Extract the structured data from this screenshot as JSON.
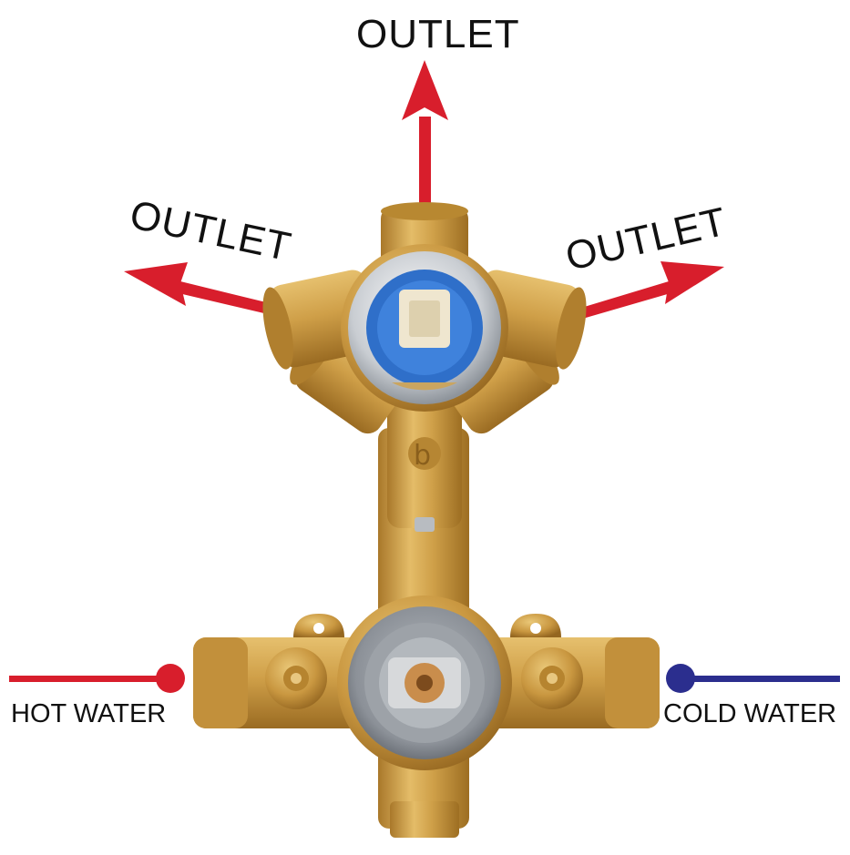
{
  "labels": {
    "outlet_top": "OUTLET",
    "outlet_left": "OUTLET",
    "outlet_right": "OUTLET",
    "hot_water": "HOT WATER",
    "cold_water": "COLD WATER"
  },
  "colors": {
    "outlet_arrow": "#d81e2c",
    "hot_water": "#d81e2c",
    "cold_water": "#2b2e8e",
    "brass": "#c99a3e",
    "brass_dark": "#a37626",
    "brass_light": "#e6be6a",
    "cartridge_blue": "#2f6fc9",
    "chrome": "#cfd3d8",
    "grey_cap": "#8a8f96"
  },
  "icons": {
    "outlet_arrow": "arrow-icon",
    "inlet_marker": "circle-marker-icon"
  }
}
